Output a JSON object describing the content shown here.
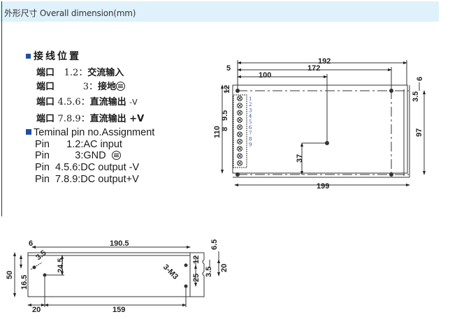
{
  "header": {
    "title": "外形尺寸  Overall dimension(mm)"
  },
  "wiring_cn": {
    "heading": "接线位置",
    "rows": [
      {
        "label": "端口",
        "pins": "1.2：",
        "desc": "交流输入",
        "suffix": ""
      },
      {
        "label": "端口",
        "pins": "3：",
        "desc": "接地",
        "suffix": "ground-symbol"
      },
      {
        "label": "端口",
        "pins": "4.5.6：",
        "desc": "直流输出",
        "suffix": "-V"
      },
      {
        "label": "端口",
        "pins": "7.8.9：",
        "desc": "直流输出",
        "suffix": "+V"
      }
    ]
  },
  "wiring_en": {
    "heading": "Teminal pin no.Assignment",
    "rows": [
      {
        "label": "Pin",
        "pins": "1.2",
        "desc": ":AC input"
      },
      {
        "label": "Pin",
        "pins": "3",
        "desc": ":GND"
      },
      {
        "label": "Pin",
        "pins": "4.5.6",
        "desc": ":DC output -V"
      },
      {
        "label": "Pin",
        "pins": "7.8.9",
        "desc": ":DC output+V"
      }
    ]
  },
  "top_view": {
    "dimensions": {
      "overall_length": "192",
      "hole_spacing_long": "172",
      "center_hole_offset": "100",
      "hole_edge_offset": "5",
      "hole_top_offset": "12",
      "right_slot_top": "6",
      "right_slot_width": "3.5",
      "overall_width": "110",
      "hole_spacing_width": "97",
      "center_hole_height": "37",
      "base_length": "199",
      "terminal_pitch_a": "9.5",
      "terminal_pitch_b": "8"
    },
    "terminal_labels": [
      "1",
      "2",
      "3",
      "4",
      "5",
      "6",
      "7",
      "8",
      "9"
    ]
  },
  "side_view": {
    "dimensions": {
      "overall_length": "190.5",
      "edge_offset": "6",
      "height": "50",
      "hole_height": "16.5",
      "hole_offset_top": "24.5",
      "hole_diameter": "3.5",
      "hole_x": "20",
      "hole_spacing": "159",
      "right_hole_top": "12",
      "right_hole_spacing": "25",
      "slot_top": "6.5",
      "slot_width": "3.5",
      "slot_height": "20",
      "screw_note": "3-M3"
    }
  },
  "colors": {
    "header_bg": "#dff1fa",
    "bullet": "#1d4fa8",
    "line": "#333333"
  }
}
